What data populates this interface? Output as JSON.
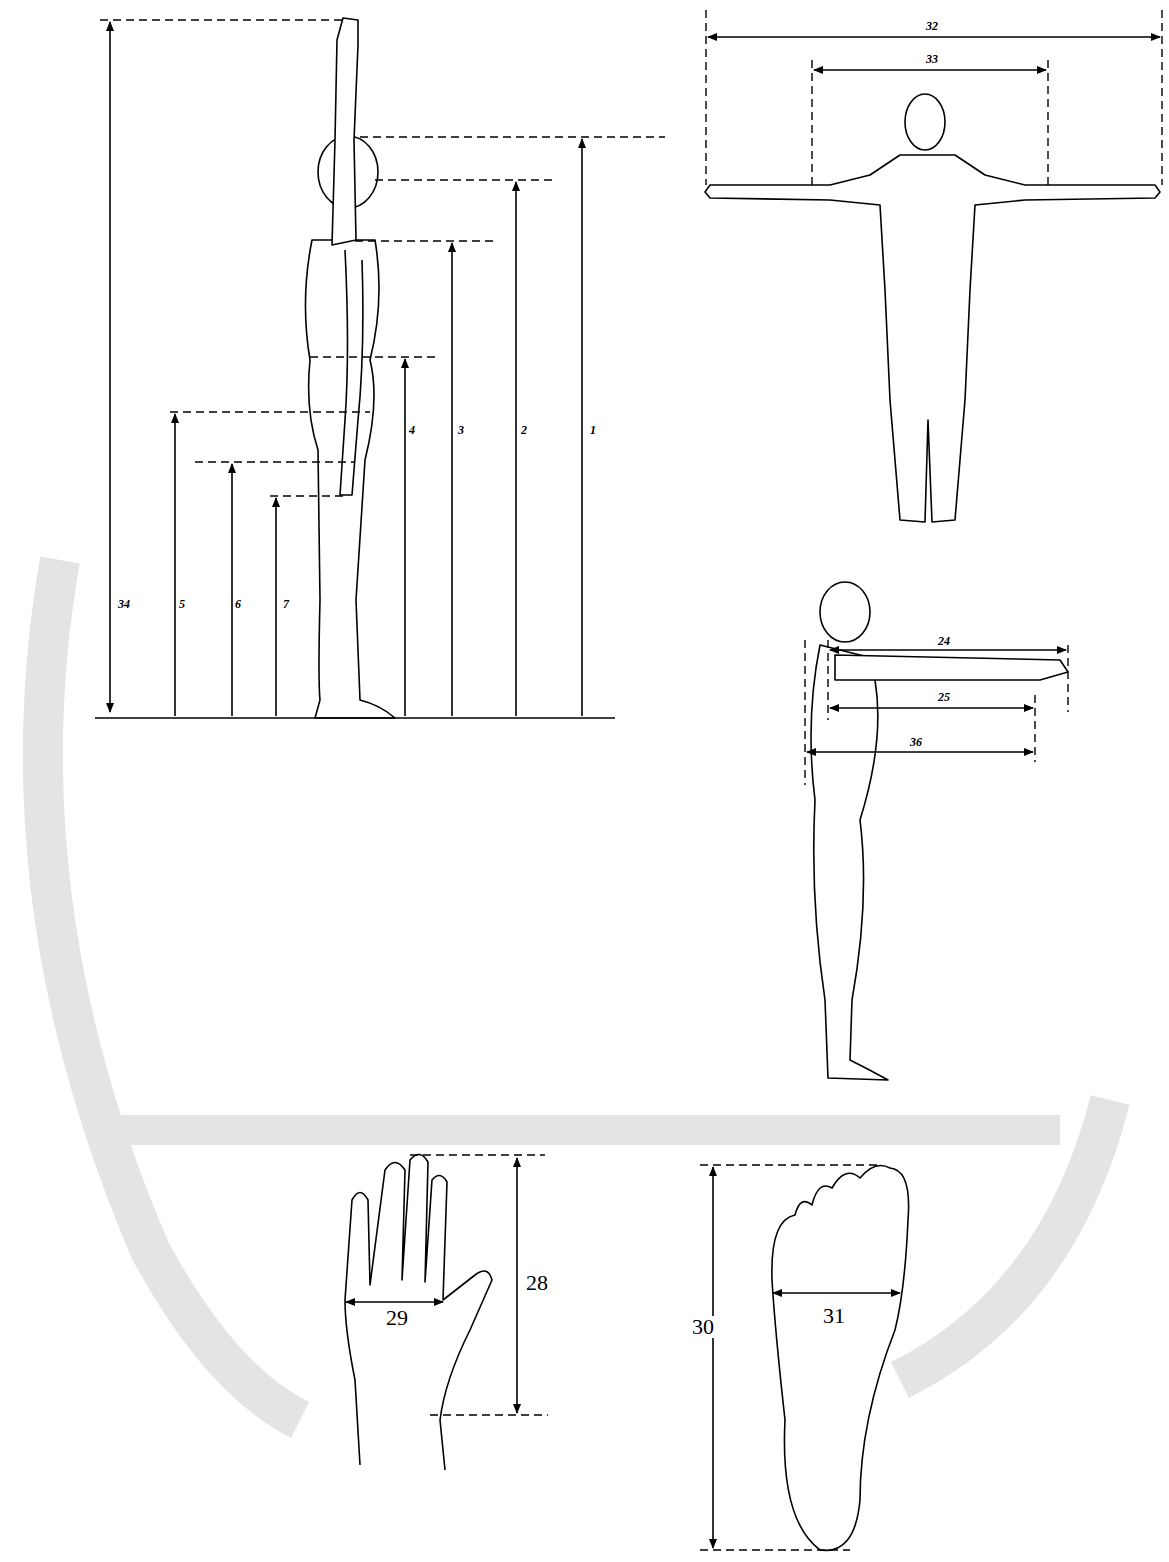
{
  "diagram": {
    "labels": [
      "32",
      "33",
      "4",
      "3",
      "2",
      "1",
      "34",
      "5",
      "6",
      "7",
      "24",
      "25",
      "36",
      "28",
      "29",
      "30",
      "31"
    ]
  }
}
